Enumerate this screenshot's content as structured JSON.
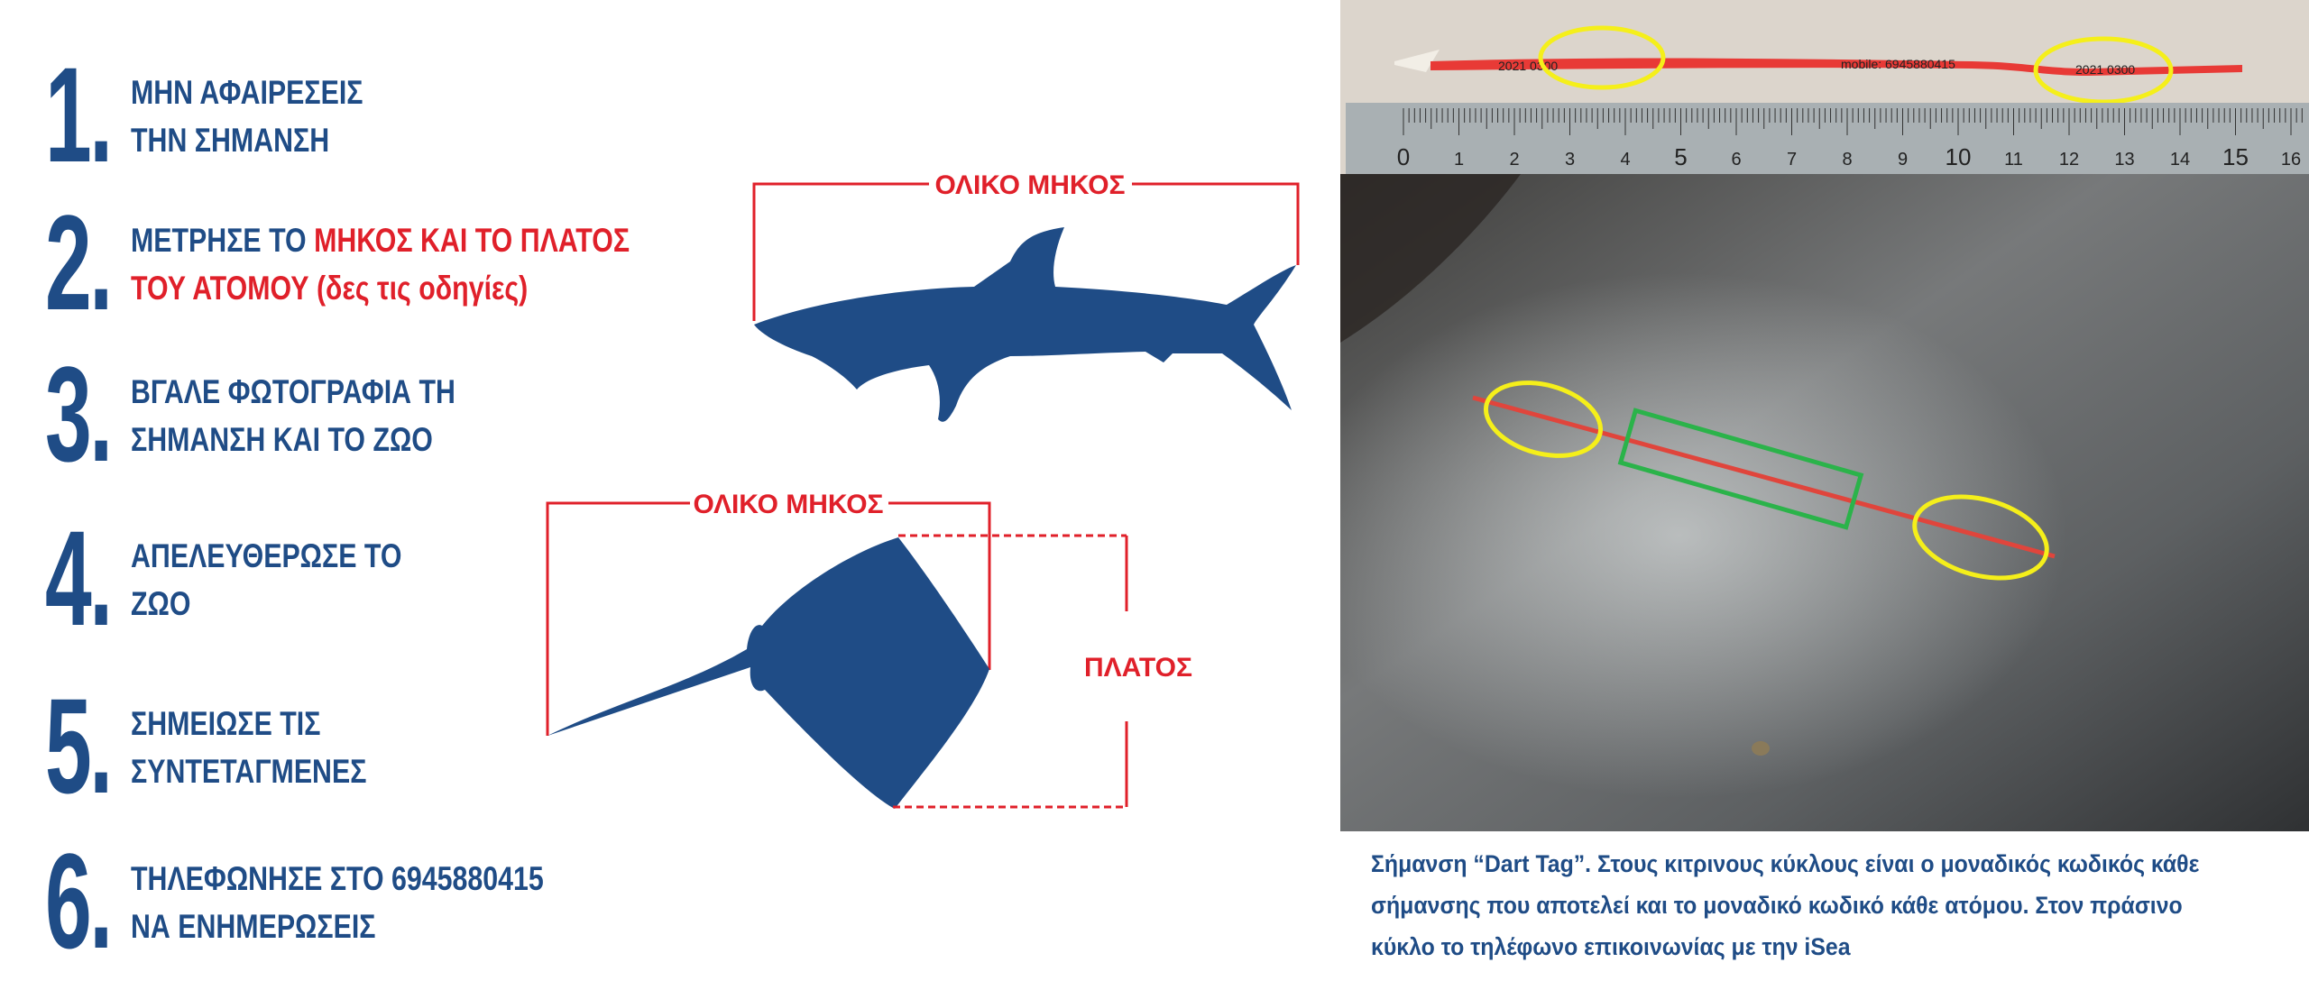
{
  "steps": [
    {
      "number": "1.",
      "line1": "ΜΗΝ ΑΦΑΙΡΕΣΕΙΣ",
      "line2": "ΤΗΝ ΣΗΜΑΝΣΗ"
    },
    {
      "number": "2.",
      "line1_blue": "ΜΕΤΡΗΣΕ ΤΟ ",
      "line1_red": "ΜΗΚΟΣ ΚΑΙ ΤΟ ΠΛΑΤΟΣ",
      "line2": "ΤΟΥ ΑΤΟΜΟΥ (δες τις οδηγίες)"
    },
    {
      "number": "3.",
      "line1": "ΒΓΑΛΕ ΦΩΤΟΓΡΑΦΙΑ ΤΗ",
      "line2": "ΣΗΜΑΝΣΗ ΚΑΙ ΤΟ ΖΩΟ"
    },
    {
      "number": "4.",
      "line1": "ΑΠΕΛΕΥΘΕΡΩΣΕ ΤΟ",
      "line2": "ΖΩΟ"
    },
    {
      "number": "5.",
      "line1": "ΣΗΜΕΙΩΣΕ ΤΙΣ",
      "line2": "ΣΥΝΤΕΤΑΓΜΕΝΕΣ"
    },
    {
      "number": "6.",
      "line1": "ΤΗΛΕΦΩΝΗΣΕ ΣΤΟ 6945880415",
      "line2": "ΝΑ ΕΝΗΜΕΡΩΣΕΙΣ"
    }
  ],
  "diagram": {
    "shark_length_label": "ΟΛΙΚΟ ΜΗΚΟΣ",
    "ray_length_label": "ΟΛΙΚΟ ΜΗΚΟΣ",
    "ray_width_label": "ΠΛΑΤΟΣ"
  },
  "photo": {
    "tag_code_1": "2021 0300",
    "tag_code_2": "2021 0300",
    "tag_phone": "mobile: 6945880415",
    "ruler_numbers": [
      "0",
      "1",
      "2",
      "3",
      "4",
      "5",
      "6",
      "7",
      "8",
      "9",
      "10",
      "11",
      "12",
      "13",
      "14",
      "15",
      "16"
    ]
  },
  "caption": {
    "line1": "Σήμανση “Dart Tag”. Στους κιτρινους κύκλους είναι ο μοναδικός κωδικός κάθε",
    "line2": "σήμανσης που αποτελεί και το μοναδικό κωδικό κάθε ατόμου. Στον πράσινο",
    "line3": "κύκλο το τηλέφωνο επικοινωνίας με την iSea"
  },
  "colors": {
    "blue": "#1f4c86",
    "red": "#e0202a",
    "yellow": "#f5ef1a",
    "green": "#2bb34a"
  }
}
